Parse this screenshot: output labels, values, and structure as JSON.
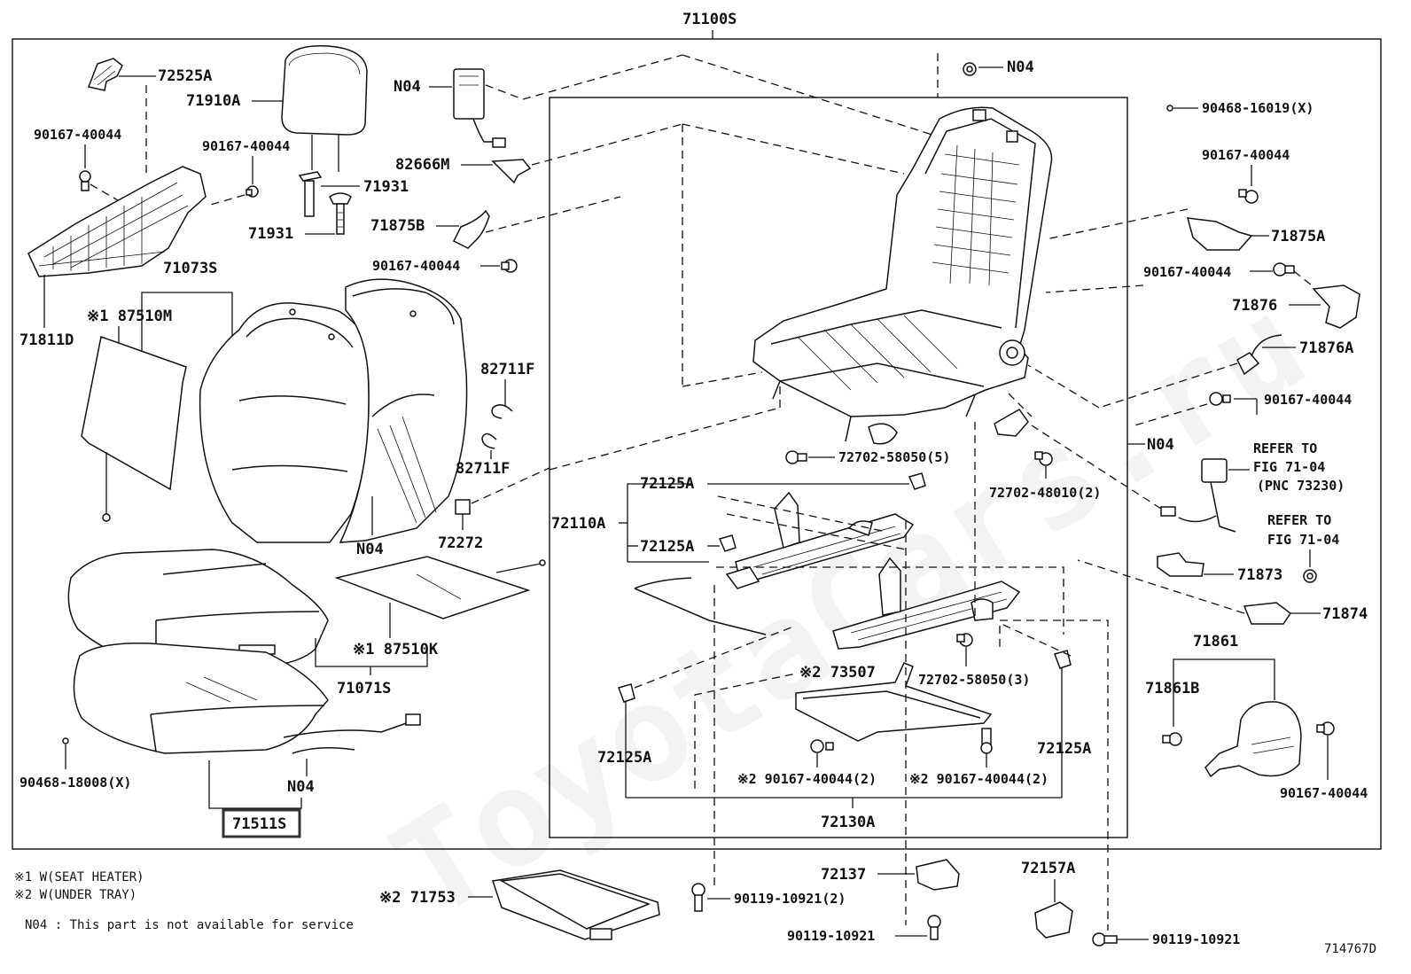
{
  "watermark": "ToyotaCars.ru",
  "diagram_code": "714767D",
  "assembly_number": "71100S",
  "highlighted_part": "71511S",
  "legend": {
    "note1": "※1 W(SEAT HEATER)",
    "note2": "※2 W(UNDER TRAY)",
    "n04": "N04 : This part is not available for service"
  },
  "parts": {
    "p72525A": "72525A",
    "p71910A": "71910A",
    "p90167_left": "90167-40044",
    "p90167_headrest": "90167-40044",
    "p71931_upper": "71931",
    "p71931_lower": "71931",
    "p71811D": "71811D",
    "p71073S": "71073S",
    "p87510M": "※1 87510M",
    "p82711F_upper": "82711F",
    "p82711F_lower": "82711F",
    "p72272": "72272",
    "p87510K": "※1 87510K",
    "p71071S": "71071S",
    "p90468_18008": "90468-18008(X)",
    "p71511S": "71511S",
    "n04_harness": "N04",
    "n04_back_pad": "N04",
    "n04_switch": "N04",
    "p82666M": "82666M",
    "p71875B": "71875B",
    "p90167_center": "90167-40044",
    "n04_top": "N04",
    "p72702_58050_5": "72702-58050(5)",
    "p72702_48010_2": "72702-48010(2)",
    "n04_right": "N04",
    "p72125A_1": "72125A",
    "p72110A": "72110A",
    "p72125A_2": "72125A",
    "p72702_58050_3": "72702-58050(3)",
    "p73507": "※2 73507",
    "p72125A_left": "72125A",
    "p72125A_right": "72125A",
    "p90167_tray_left": "※2  90167-40044(2)",
    "p90167_tray_right": "※2  90167-40044(2)",
    "p72130A": "72130A",
    "p90468_16019": "90468-16019(X)",
    "p90167_r1": "90167-40044",
    "p71875A": "71875A",
    "p90167_r2": "90167-40044",
    "p71876": "71876",
    "p71876A": "71876A",
    "p90167_r3": "90167-40044",
    "refer1_a": "REFER TO",
    "refer1_b": "FIG 71-04",
    "refer1_c": "(PNC 73230)",
    "refer2_a": "REFER TO",
    "refer2_b": "FIG 71-04",
    "p71873": "71873",
    "p71874": "71874",
    "p71861": "71861",
    "p71861B": "71861B",
    "p90167_r4": "90167-40044",
    "p71753": "※2 71753",
    "p90119_10921_2": "90119-10921(2)",
    "p72137": "72137",
    "p90119_10921_a": "90119-10921",
    "p72157A": "72157A",
    "p90119_10921_b": "90119-10921"
  }
}
